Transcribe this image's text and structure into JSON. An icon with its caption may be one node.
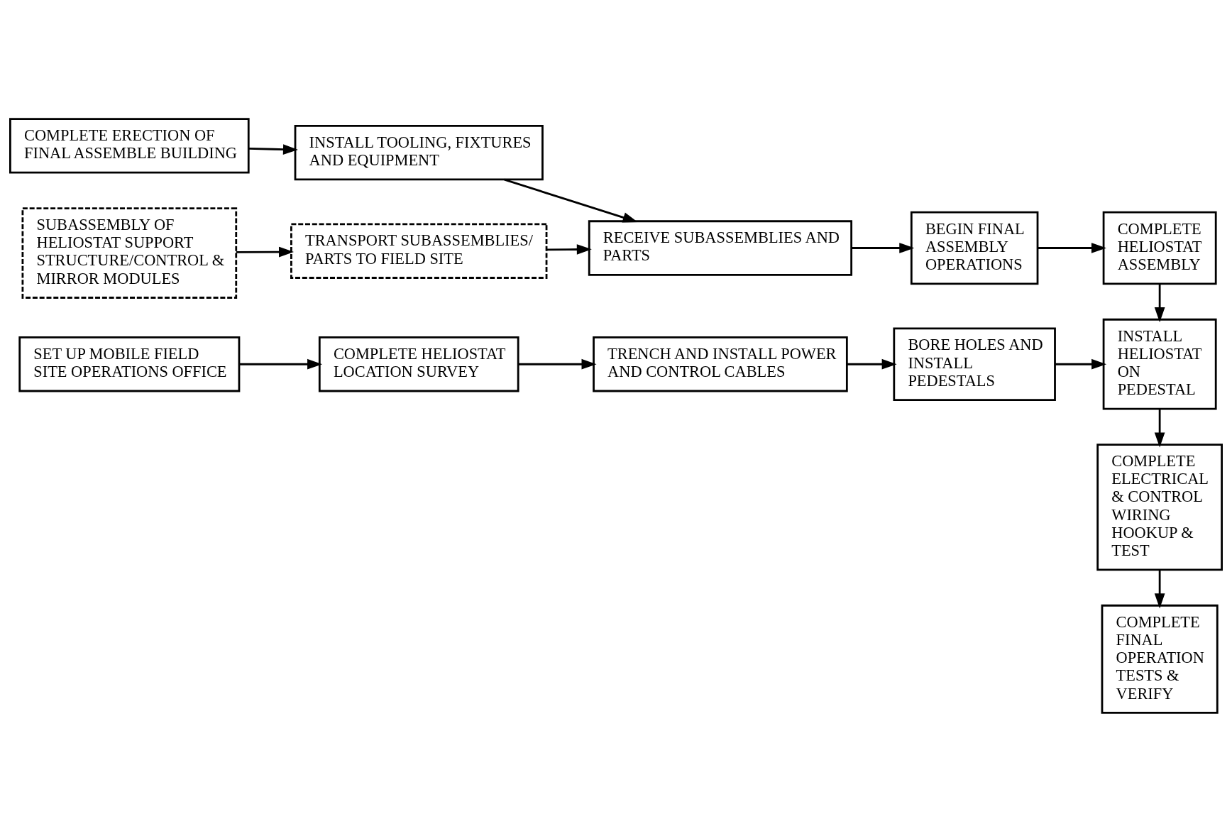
{
  "diagram": {
    "nodes": [
      {
        "text": [
          "SUBASSEMBLY OF HELIOSTAT SUPPORT STRUCTURE/CONTROL & MIRROR MODULES"
        ]
      },
      {
        "text": [
          "TRANSPORT SUBASSEMBLIES/ PARTS TO FIELD SITE"
        ]
      },
      {
        "text": [
          "COMPLETE ERECTION OF FINAL ASSEMBLE BUILDING"
        ]
      },
      {
        "text": [
          "INSTALL TOOLING, FIXTURES AND EQUIPMENT"
        ]
      },
      {
        "text": [
          "RECEIVE SUBASSEMBLIES AND PARTS"
        ]
      },
      {
        "text": [
          "BEGIN FINAL ASSEMBLY OPERATIONS"
        ]
      },
      {
        "text": [
          "COMPLETE HELIOSTAT ASSEMBLY"
        ]
      },
      {
        "text": [
          "SET UP MOBILE FIELD SITE OPERATIONS OFFICE"
        ]
      },
      {
        "text": [
          "COMPLETE HELIOSTAT LOCATION SURVEY"
        ]
      },
      {
        "text": [
          "TRENCH AND INSTALL POWER AND CONTROL CABLES"
        ]
      },
      {
        "text": [
          "BORE HOLES AND INSTALL PEDESTALS"
        ]
      },
      {
        "text": [
          "INSTALL HELIOSTAT ON PEDESTAL"
        ]
      },
      {
        "text": [
          "COMPLETE ELECTRICAL & CONTROL WIRING HOOKUP & TEST"
        ]
      },
      {
        "text": [
          "COMPLETE FINAL OPERATION TESTS & VERIFY"
        ]
      }
    ],
    "edges": [
      {
        "from": 0,
        "to": 1,
        "arrow": "to"
      },
      {
        "from": 1,
        "to": 4,
        "arrow": "to"
      },
      {
        "from": 2,
        "to": 3,
        "arrow": "to"
      },
      {
        "from": 3,
        "to": 4,
        "arrow": "to"
      },
      {
        "from": 4,
        "to": 5,
        "arrow": "to"
      },
      {
        "from": 5,
        "to": 6,
        "arrow": "to"
      },
      {
        "from": 6,
        "to": 11,
        "arrow": "to"
      },
      {
        "from": 7,
        "to": 8,
        "arrow": "to"
      },
      {
        "from": 8,
        "to": 9,
        "arrow": "to"
      },
      {
        "from": 9,
        "to": 10,
        "arrow": "to"
      },
      {
        "from": 10,
        "to": 11,
        "arrow": "to"
      },
      {
        "from": 11,
        "to": 12,
        "arrow": "to"
      },
      {
        "from": 12,
        "to": 13,
        "arrow": "to"
      }
    ]
  }
}
